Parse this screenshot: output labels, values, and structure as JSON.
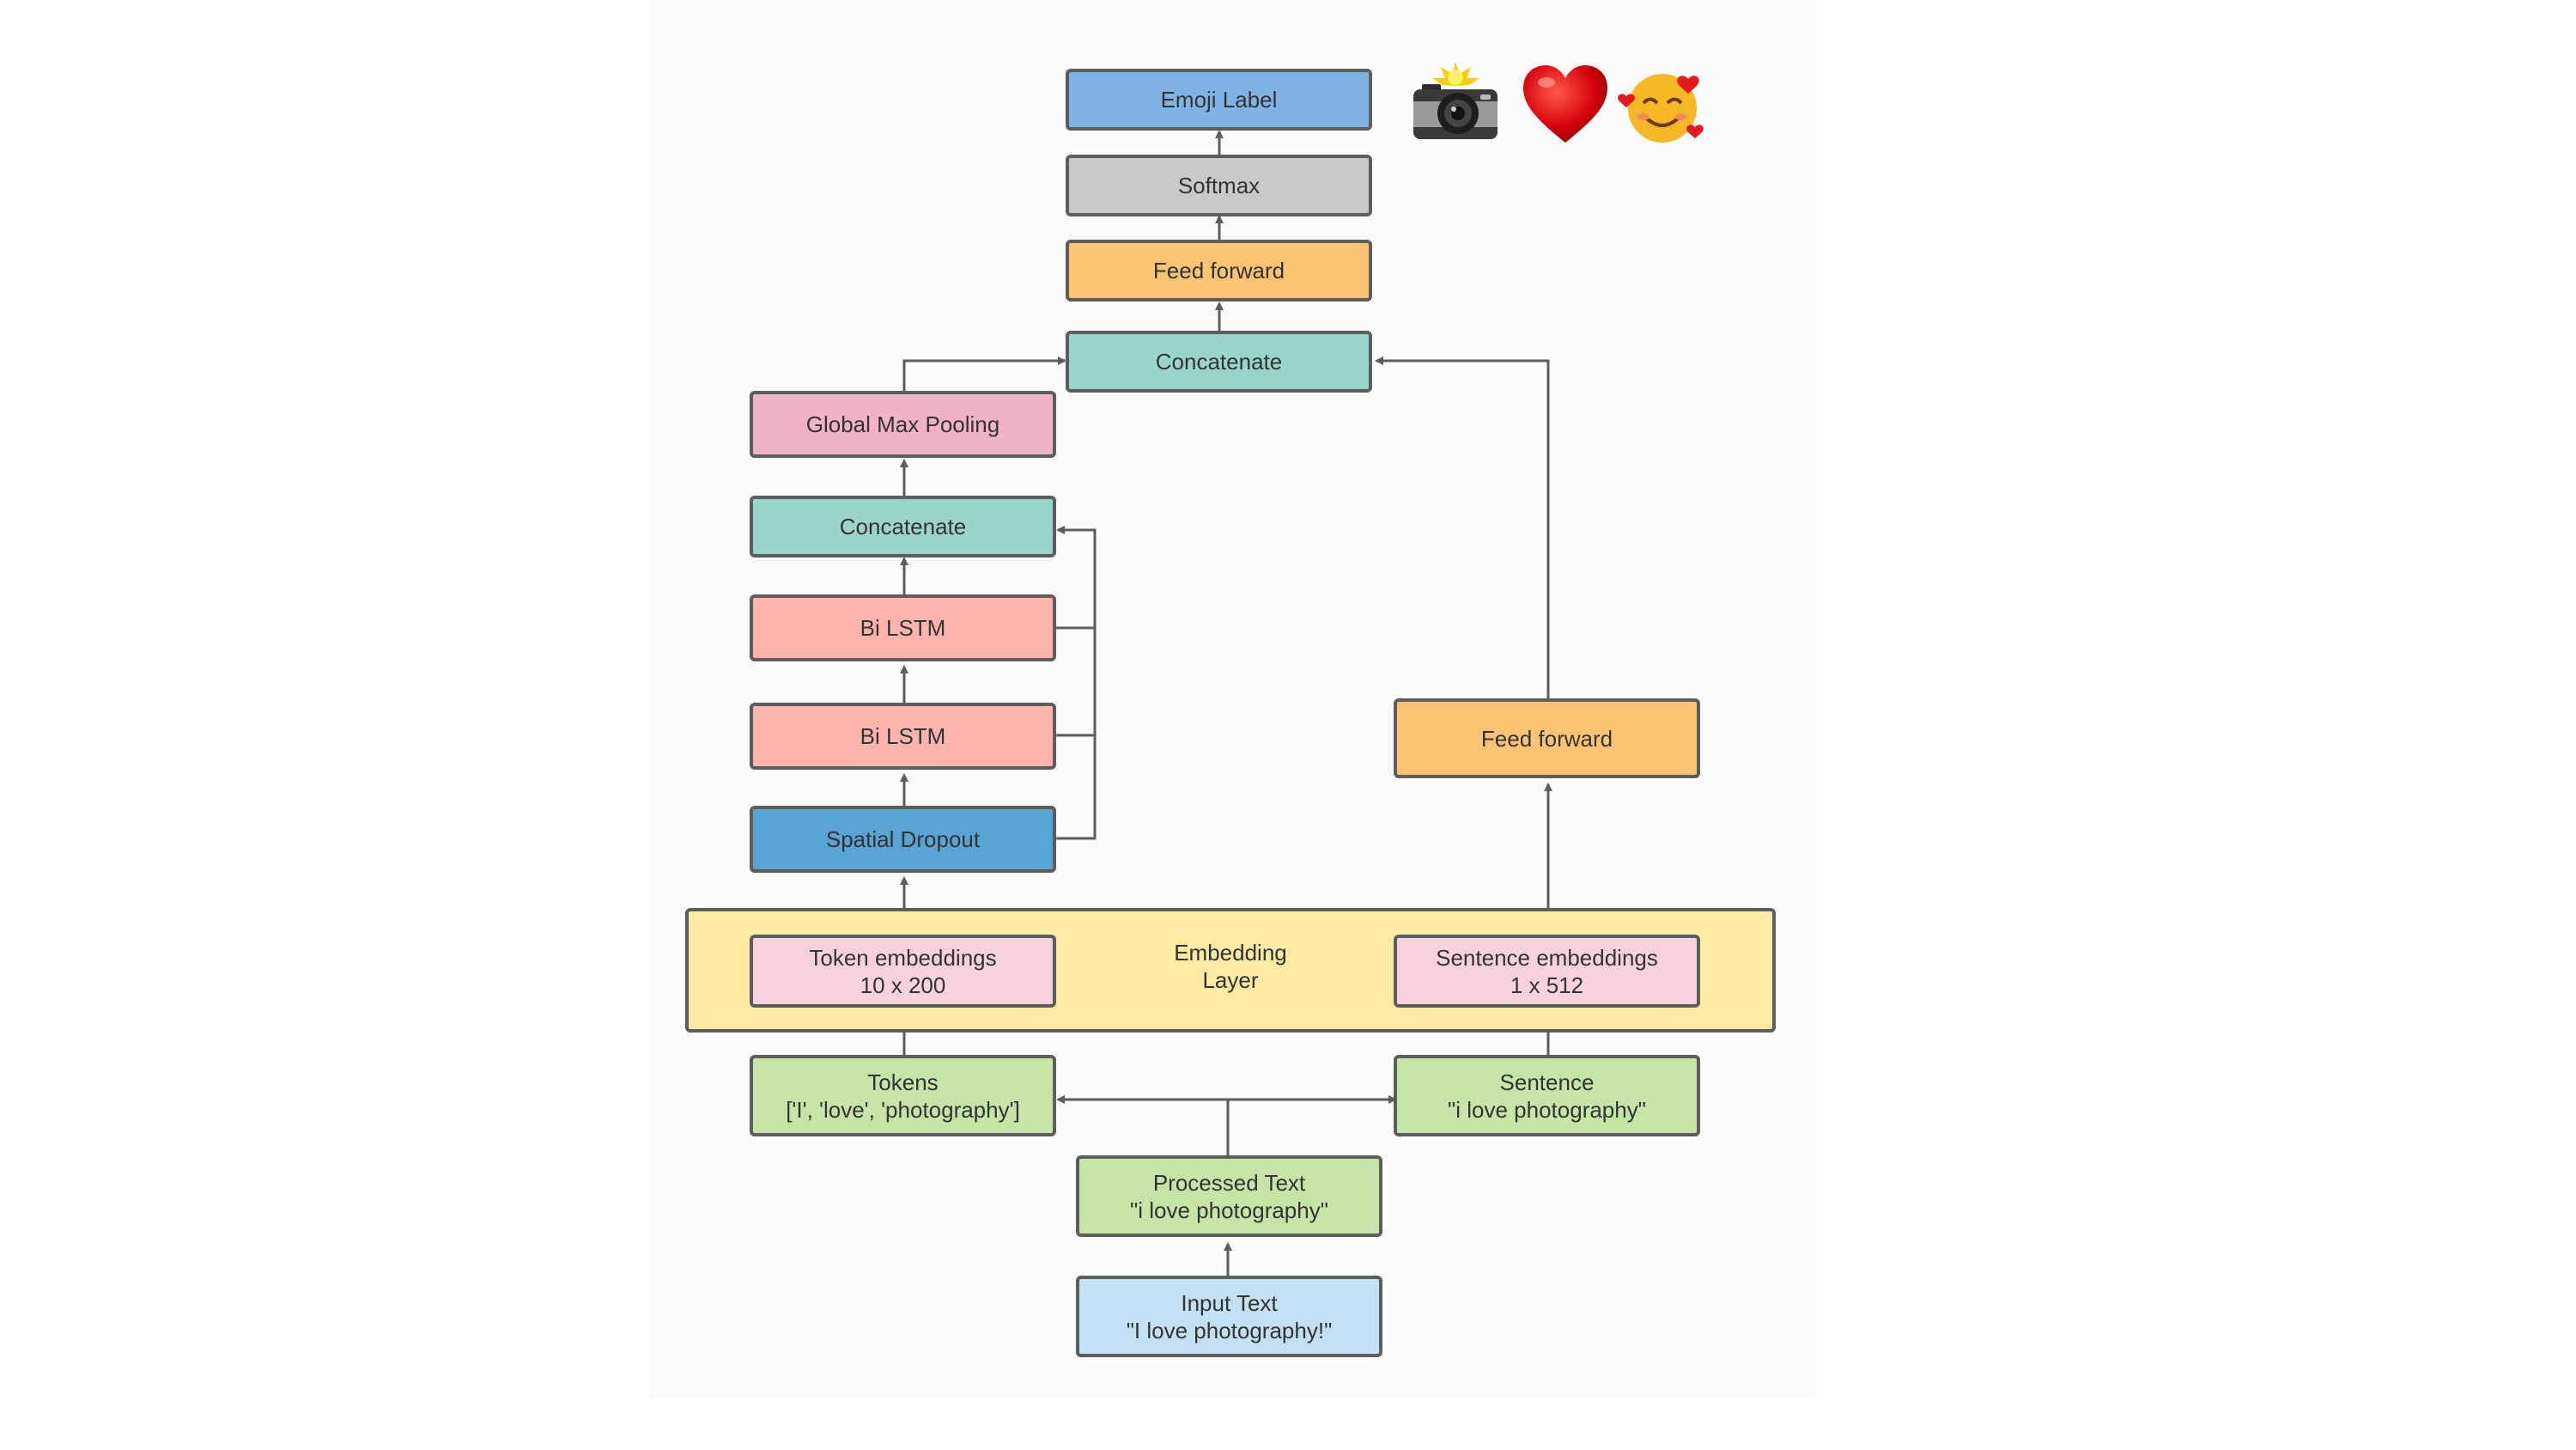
{
  "diagram": {
    "embedding_layer": {
      "line1": "Embedding",
      "line2": "Layer"
    },
    "emoji_label": "Emoji Label",
    "softmax": "Softmax",
    "feed_forward_top": "Feed forward",
    "concatenate_top": "Concatenate",
    "global_max_pooling": "Global Max Pooling",
    "concatenate_lstm": "Concatenate",
    "bi_lstm_upper": "Bi LSTM",
    "bi_lstm_lower": "Bi LSTM",
    "spatial_dropout": "Spatial Dropout",
    "feed_forward_sentence": "Feed forward",
    "token_embeddings": {
      "line1": "Token embeddings",
      "line2": "10 x 200"
    },
    "sentence_embeddings": {
      "line1": "Sentence embeddings",
      "line2": "1 x 512"
    },
    "tokens": {
      "line1": "Tokens",
      "line2": "['I', 'love', 'photography']"
    },
    "sentence": {
      "line1": "Sentence",
      "line2": "\"i love photography\""
    },
    "processed_text": {
      "line1": "Processed Text",
      "line2": "\"i love photography\""
    },
    "input_text": {
      "line1": "Input Text",
      "line2": "\"I love photography!\""
    }
  },
  "emoji_icons": [
    "camera-with-flash-icon",
    "red-heart-icon",
    "smiling-face-with-hearts-icon"
  ],
  "colors": {
    "output_blue": "#7fb3e3",
    "softmax_gray": "#c9c9c9",
    "feed_forward_orange": "#fcc372",
    "concatenate_teal": "#99d5ca",
    "pooling_pink": "#efb2c6",
    "lstm_salmon": "#fdb4ad",
    "dropout_blue": "#5aa4d3",
    "embedding_yellow": "#feeaa2",
    "embedding_pink": "#f8d1de",
    "text_green": "#c4e5a7",
    "input_light_blue": "#c2e0f4"
  }
}
